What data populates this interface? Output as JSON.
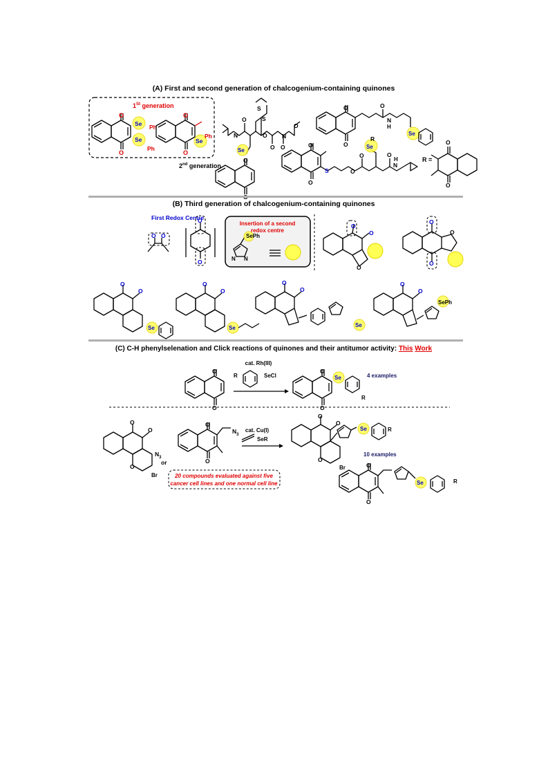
{
  "section_a": {
    "title": "(A) First and second generation of chalcogenium-containing quinones",
    "first_gen_label_main": "1",
    "first_gen_label_sup": "St",
    "first_gen_label_rest": " generation",
    "second_gen_label_main": "2",
    "second_gen_label_sup": "nd",
    "second_gen_label_rest": " generation",
    "atoms": {
      "O": "O",
      "Se": "Se",
      "S": "S",
      "Ph": "Ph",
      "N": "N",
      "H": "H",
      "R": "R",
      "R_eq": "R ="
    }
  },
  "section_b": {
    "title": "(B) Third generation of chalcogenium-containing quinones",
    "first_redox": "First Redox Centre",
    "insertion_line1": "Insertion of a second",
    "insertion_line2": "redox centre",
    "seph": "SePh",
    "n": "N"
  },
  "section_c": {
    "title_main": "(C) C-H phenylselenation and Click reactions of quinones and their antitumor activity: ",
    "title_this": "This",
    "title_work": "Work",
    "cat_rh": "cat. Rh(III)",
    "secl": "SeCl",
    "r": "R",
    "examples_4": "4 examples",
    "cat_cu": "cat. Cu(I)",
    "ser": "SeR",
    "or": "or",
    "n3": "N",
    "n3_sub": "3",
    "br": "Br",
    "examples_10": "10 examples",
    "eval_line1": "20 compounds evaluated against five",
    "eval_line2": "cancer cell lines and one normal cell line"
  },
  "colors": {
    "blue": "#0000cc",
    "red": "#e00000",
    "highlight": "#ffff55",
    "navy": "#1a1a66",
    "divider": "#b0b0b0"
  }
}
